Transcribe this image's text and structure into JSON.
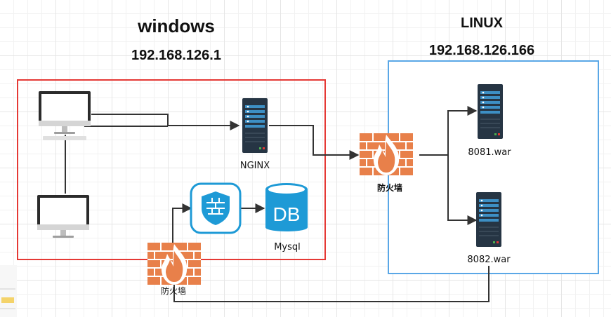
{
  "windows": {
    "title": "windows",
    "ip": "192.168.126.1"
  },
  "linux": {
    "title": "LINUX",
    "ip": "192.168.126.166"
  },
  "labels": {
    "nginx": "NGINX",
    "firewall_right": "防火墙",
    "firewall_bottom": "防火墙",
    "mysql": "Mysql",
    "db_icon_text": "DB",
    "war1": "8081.war",
    "war2": "8082.war"
  },
  "colors": {
    "windows_box": "#e53935",
    "linux_box": "#5aa7e6",
    "firewall": "#e8804a",
    "server": "#263544",
    "db": "#1e9ad6",
    "connector": "#333333"
  }
}
